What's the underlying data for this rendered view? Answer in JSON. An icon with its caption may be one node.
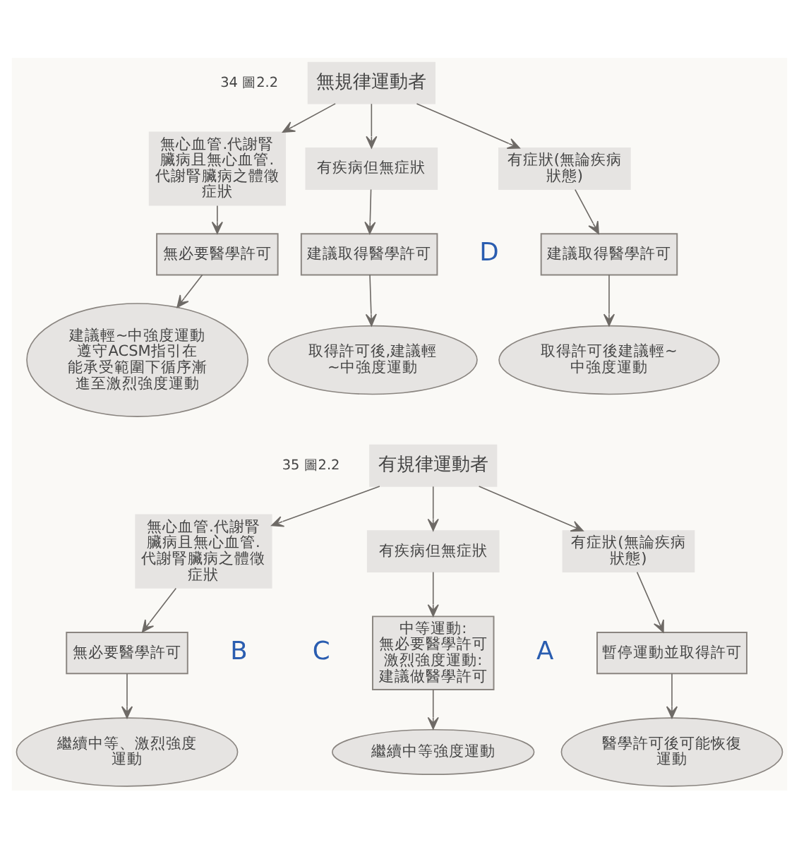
{
  "diagram": {
    "nodes": [
      {
        "text": [
          "無規律運動者"
        ]
      },
      {
        "text": [
          "無心血管.代謝腎臟病且無心血管.代謝腎臟病之體徵症狀"
        ]
      },
      {
        "text": [
          "有疾病但無症狀"
        ]
      },
      {
        "text": [
          "有症狀(無論疾病狀態)"
        ]
      },
      {
        "text": [
          "無必要醫學許可"
        ]
      },
      {
        "text": [
          "建議取得醫學許可"
        ]
      },
      {
        "text": [
          "建議取得醫學許可"
        ]
      },
      {
        "text": [
          "建議輕~中強度運動遵守ACSM指引在能承受範圍下循序漸進至激烈強度運動"
        ]
      },
      {
        "text": [
          "取得許可後,建議輕~中強度運動"
        ]
      },
      {
        "text": [
          "取得許可後建議輕~中強度運動"
        ]
      },
      {
        "text": [
          "有規律運動者"
        ]
      },
      {
        "text": [
          "無心血管.代謝腎臟病且無心血管.代謝腎臟病之體徵症狀"
        ]
      },
      {
        "text": [
          "有疾病但無症狀"
        ]
      },
      {
        "text": [
          "有症狀(無論疾病狀態)"
        ]
      },
      {
        "text": [
          "無必要醫學許可"
        ]
      },
      {
        "text": [
          "中等運動:",
          "無必要醫學許可",
          "激烈強度運動:",
          "建議做醫學許可"
        ]
      },
      {
        "text": [
          "暫停運動並取得許可"
        ]
      },
      {
        "text": [
          "繼續中等、激烈強度運動"
        ]
      },
      {
        "text": [
          "繼續中等強度運動"
        ]
      },
      {
        "text": [
          "醫學許可後可能恢復運動"
        ]
      }
    ],
    "edges": [
      {
        "from": 0,
        "to": 1,
        "arrow": "to"
      },
      {
        "from": 0,
        "to": 2,
        "arrow": "to"
      },
      {
        "from": 0,
        "to": 3,
        "arrow": "to"
      },
      {
        "from": 1,
        "to": 4,
        "arrow": "to"
      },
      {
        "from": 2,
        "to": 5,
        "arrow": "to"
      },
      {
        "from": 3,
        "to": 6,
        "arrow": "to"
      },
      {
        "from": 4,
        "to": 7,
        "arrow": "to"
      },
      {
        "from": 5,
        "to": 8,
        "arrow": "to"
      },
      {
        "from": 6,
        "to": 9,
        "arrow": "to"
      },
      {
        "from": 10,
        "to": 11,
        "arrow": "to"
      },
      {
        "from": 10,
        "to": 12,
        "arrow": "to"
      },
      {
        "from": 10,
        "to": 13,
        "arrow": "to"
      },
      {
        "from": 11,
        "to": 14,
        "arrow": "to"
      },
      {
        "from": 12,
        "to": 15,
        "arrow": "to"
      },
      {
        "from": 13,
        "to": 16,
        "arrow": "to"
      },
      {
        "from": 14,
        "to": 17,
        "arrow": "to"
      },
      {
        "from": 15,
        "to": 18,
        "arrow": "to"
      },
      {
        "from": 16,
        "to": 19,
        "arrow": "to"
      }
    ],
    "labels": [
      "34 圖2.2",
      "D",
      "35 圖2.2",
      "B",
      "C",
      "A"
    ]
  }
}
